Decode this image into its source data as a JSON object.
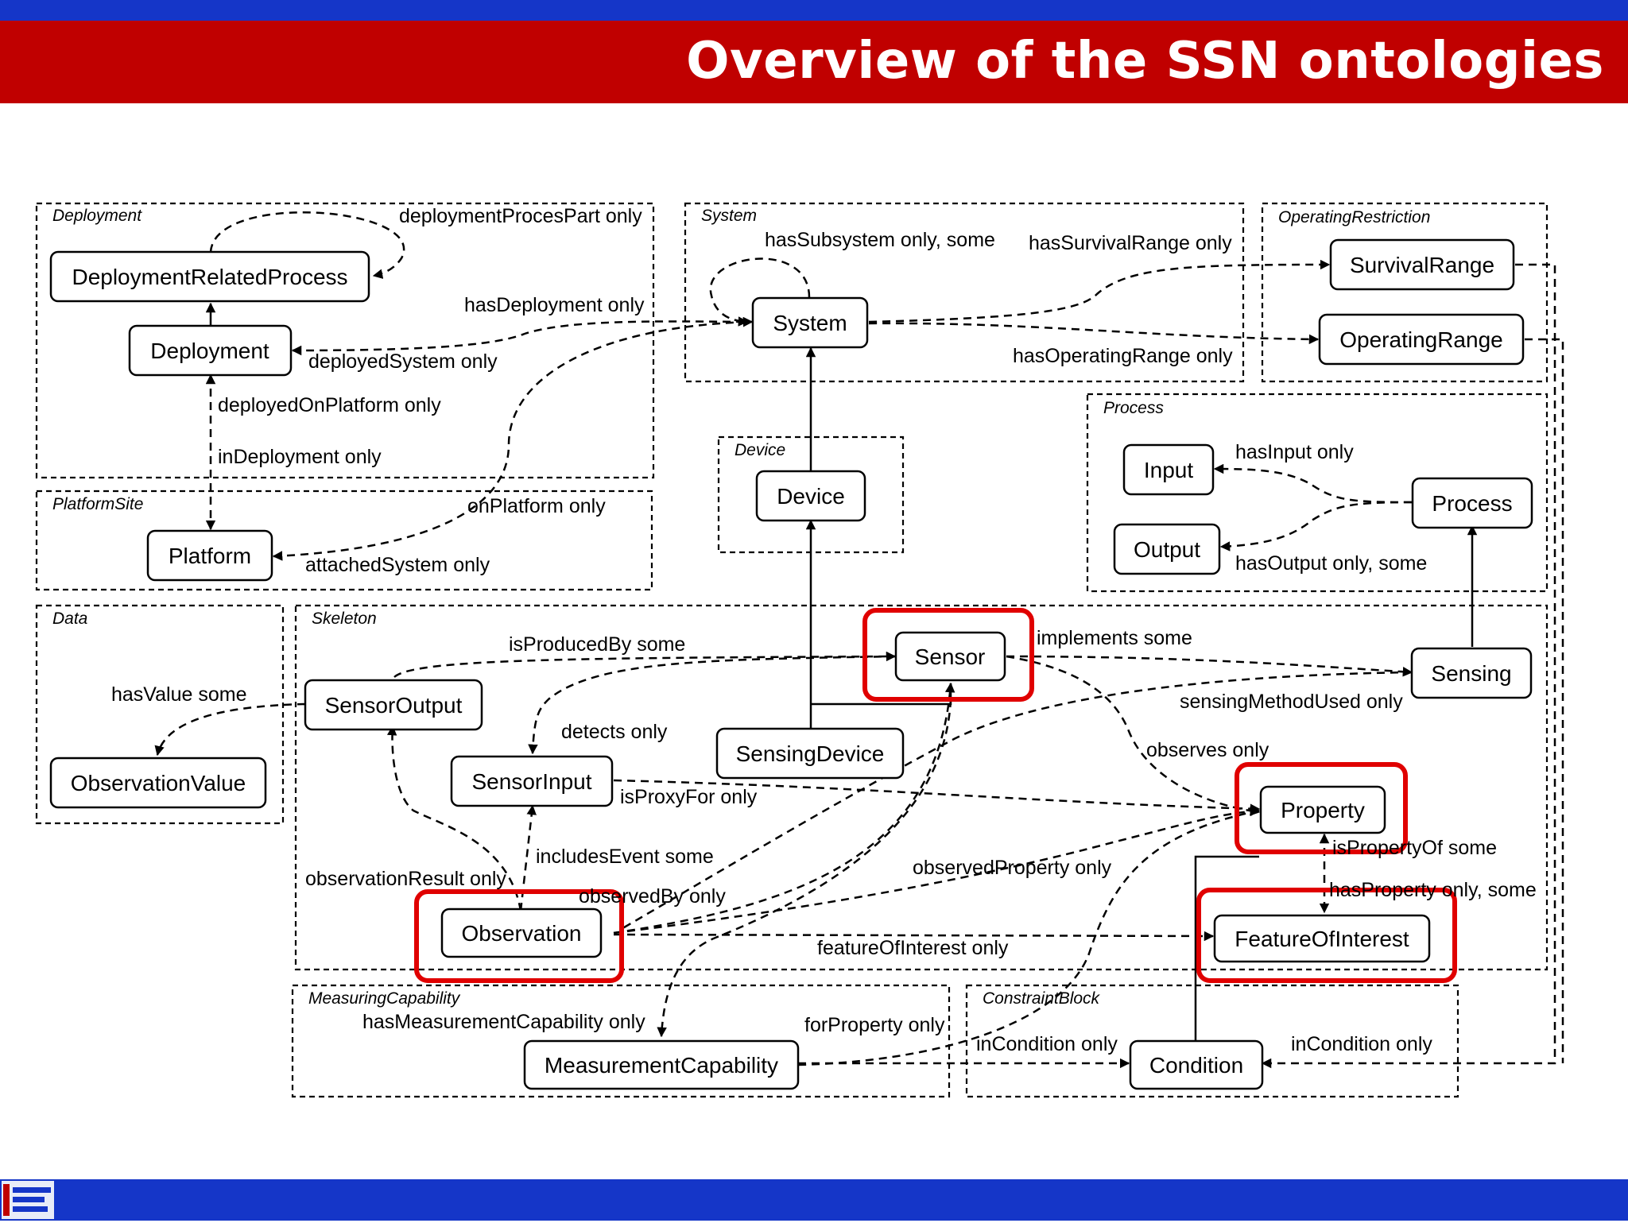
{
  "title": "Overview of the SSN ontologies",
  "colors": {
    "header_blue": "#1536c8",
    "header_red": "#c00000",
    "highlight": "#e00000"
  },
  "logo_icon": "ontology-group-logo",
  "groups": {
    "deployment": "Deployment",
    "platform_site": "PlatformSite",
    "system": "System",
    "operating_restriction": "OperatingRestriction",
    "process": "Process",
    "device": "Device",
    "data": "Data",
    "skeleton": "Skeleton",
    "measuring_capability": "MeasuringCapability",
    "constraint_block": "ConstraintBlock"
  },
  "nodes": {
    "deployment_related_process": "DeploymentRelatedProcess",
    "deployment": "Deployment",
    "platform": "Platform",
    "system": "System",
    "survival_range": "SurvivalRange",
    "operating_range": "OperatingRange",
    "device": "Device",
    "input": "Input",
    "output": "Output",
    "process": "Process",
    "observation_value": "ObservationValue",
    "sensor": "Sensor",
    "sensor_output": "SensorOutput",
    "sensing": "Sensing",
    "sensor_input": "SensorInput",
    "sensing_device": "SensingDevice",
    "property": "Property",
    "observation": "Observation",
    "feature_of_interest": "FeatureOfInterest",
    "measurement_capability": "MeasurementCapability",
    "condition": "Condition"
  },
  "edge_labels": {
    "deployment_proces_part": "deploymentProcesPart only",
    "has_deployment": "hasDeployment only",
    "deployed_system": "deployedSystem only",
    "deployed_on_platform": "deployedOnPlatform only",
    "in_deployment": "inDeployment only",
    "on_platform": "onPlatform only",
    "attached_system": "attachedSystem only",
    "has_subsystem": "hasSubsystem only, some",
    "has_survival_range": "hasSurvivalRange only",
    "has_operating_range": "hasOperatingRange only",
    "has_input": "hasInput only",
    "has_output": "hasOutput only, some",
    "has_value": "hasValue some",
    "is_produced_by": "isProducedBy some",
    "implements": "implements some",
    "sensing_method_used": "sensingMethodUsed only",
    "detects": "detects only",
    "observes": "observes only",
    "is_proxy_for": "isProxyFor only",
    "includes_event": "includesEvent some",
    "observation_result": "observationResult only",
    "observed_by": "observedBy only",
    "observed_property": "observedProperty only",
    "is_property_of": "isPropertyOf some",
    "has_property": "hasProperty only, some",
    "feature_of_interest": "featureOfInterest only",
    "has_measurement_capability": "hasMeasurementCapability only",
    "for_property": "forProperty only",
    "in_condition_left": "inCondition only",
    "in_condition_right": "inCondition only"
  }
}
